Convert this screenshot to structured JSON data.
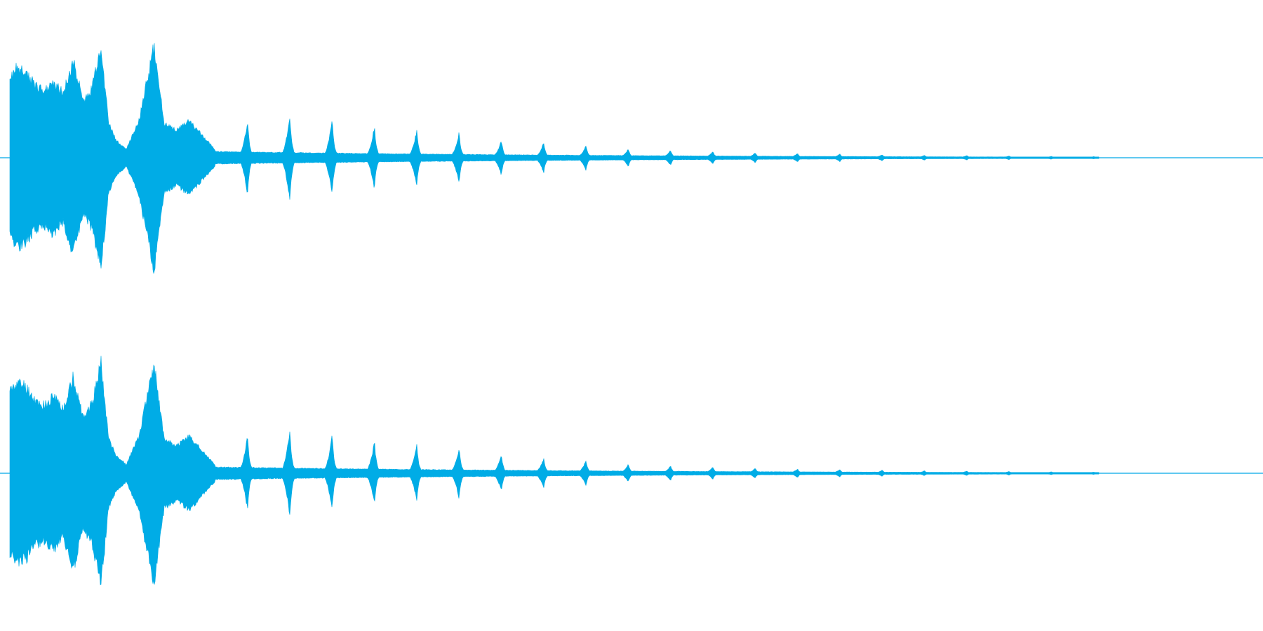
{
  "waveform": {
    "channels": [
      {
        "name": "",
        "envelope_peaks": [
          {
            "t": 0.0,
            "amp": 0.0
          },
          {
            "t": 0.006,
            "amp": 0.62
          },
          {
            "t": 0.012,
            "amp": 0.72
          },
          {
            "t": 0.02,
            "amp": 0.7
          },
          {
            "t": 0.028,
            "amp": 0.58
          },
          {
            "t": 0.035,
            "amp": 0.55
          },
          {
            "t": 0.042,
            "amp": 0.62
          },
          {
            "t": 0.05,
            "amp": 0.52
          },
          {
            "t": 0.058,
            "amp": 0.78
          },
          {
            "t": 0.066,
            "amp": 0.45
          },
          {
            "t": 0.073,
            "amp": 0.58
          },
          {
            "t": 0.08,
            "amp": 0.9
          },
          {
            "t": 0.086,
            "amp": 0.28
          },
          {
            "t": 0.092,
            "amp": 0.14
          },
          {
            "t": 0.1,
            "amp": 0.07
          },
          {
            "t": 0.11,
            "amp": 0.3
          },
          {
            "t": 0.122,
            "amp": 0.9
          },
          {
            "t": 0.13,
            "amp": 0.28
          },
          {
            "t": 0.14,
            "amp": 0.22
          },
          {
            "t": 0.15,
            "amp": 0.3
          },
          {
            "t": 0.16,
            "amp": 0.18
          },
          {
            "t": 0.17,
            "amp": 0.07
          }
        ],
        "pulse_amps": [
          0.3,
          0.35,
          0.3,
          0.25,
          0.22,
          0.2,
          0.14,
          0.12,
          0.1,
          0.07,
          0.06,
          0.05,
          0.04,
          0.035,
          0.03,
          0.025,
          0.02,
          0.018,
          0.015,
          0.012,
          0.01,
          0.008,
          0.006
        ]
      },
      {
        "name": "",
        "envelope_peaks": [],
        "pulse_amps": []
      }
    ],
    "baseline_color": "#00a8e8",
    "fill_color": "#00ace6",
    "background_color": "#ffffff",
    "sound_end_fraction": 0.87
  }
}
